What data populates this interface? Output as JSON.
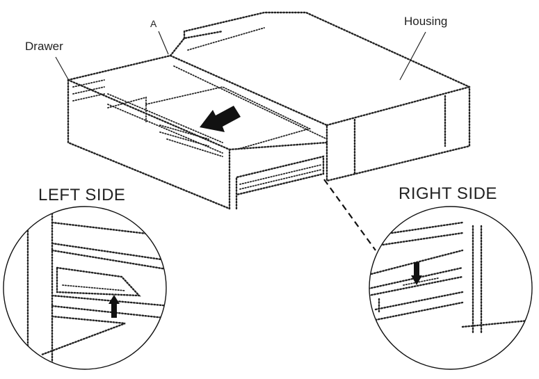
{
  "labels": {
    "drawer": "Drawer",
    "a": "A",
    "housing": "Housing",
    "left_side": "LEFT SIDE",
    "right_side": "RIGHT SIDE"
  },
  "colors": {
    "line": "#222222",
    "background": "#ffffff"
  },
  "icons": {
    "push_arrow": "arrow-down-left-icon",
    "left_detail_arrow": "arrow-up-icon",
    "right_detail_arrow": "arrow-down-icon"
  }
}
